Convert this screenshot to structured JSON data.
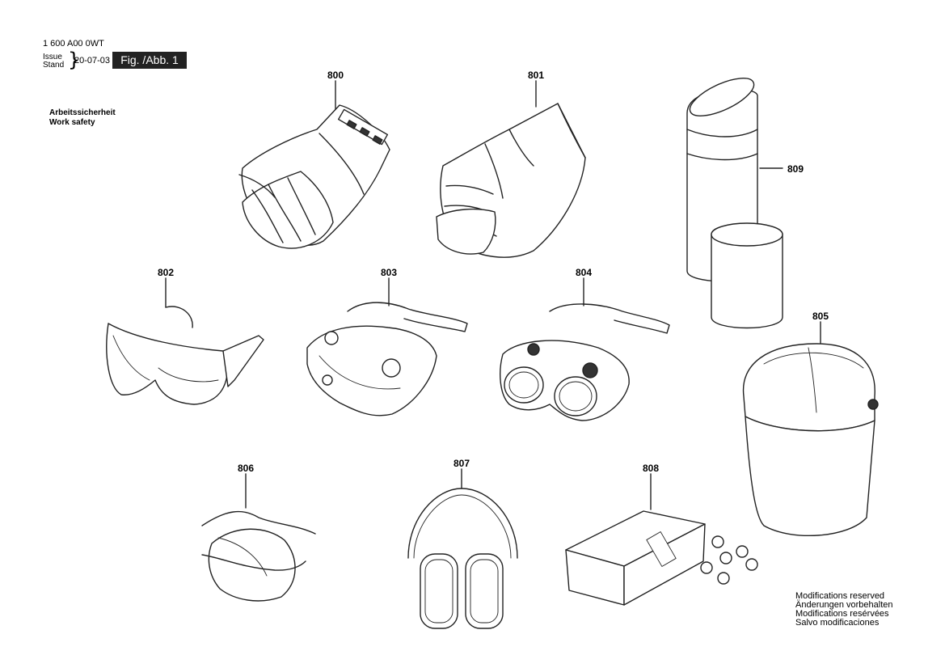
{
  "header": {
    "part_number": "1 600 A00 0WT",
    "issue_label": "Issue",
    "stand_label": "Stand",
    "date": "20-07-03",
    "figure": "Fig. /Abb. 1"
  },
  "section_title": {
    "de": "Arbeitssicherheit",
    "en": "Work safety"
  },
  "parts": [
    {
      "label": "800",
      "item": "gloves-leather-strap"
    },
    {
      "label": "801",
      "item": "gloves-work-cuff"
    },
    {
      "label": "802",
      "item": "safety-glasses"
    },
    {
      "label": "803",
      "item": "goggles-vented"
    },
    {
      "label": "804",
      "item": "welding-goggles"
    },
    {
      "label": "805",
      "item": "face-shield"
    },
    {
      "label": "806",
      "item": "dust-mask"
    },
    {
      "label": "807",
      "item": "ear-muffs"
    },
    {
      "label": "808",
      "item": "ear-plugs-box"
    },
    {
      "label": "809",
      "item": "ear-plug-container"
    }
  ],
  "modifications": {
    "en": "Modifications reserved",
    "de": "Änderungen vorbehalten",
    "fr": "Modifications resérvées",
    "es": "Salvo modificaciones"
  }
}
